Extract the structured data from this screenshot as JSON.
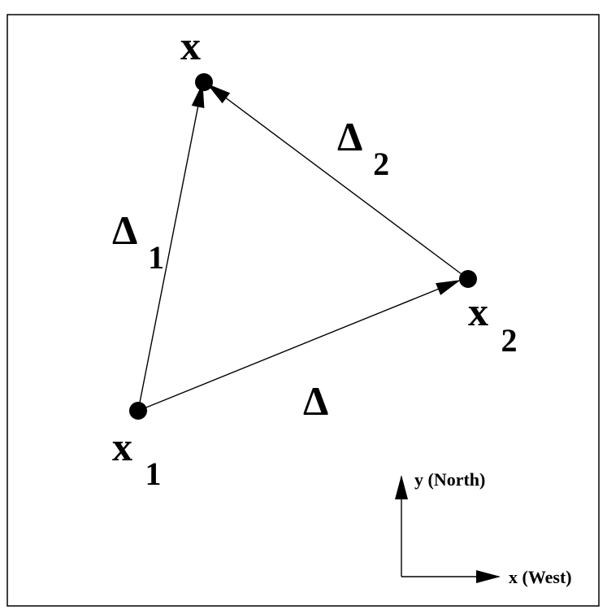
{
  "points": {
    "x": "x",
    "x1_base": "x",
    "x1_sub": "1",
    "x2_base": "x",
    "x2_sub": "2"
  },
  "edges": {
    "delta": "Δ",
    "delta1_base": "Δ",
    "delta1_sub": "1",
    "delta2_base": "Δ",
    "delta2_sub": "2"
  },
  "axes": {
    "y_label": "y (North)",
    "x_label": "x (West)"
  }
}
